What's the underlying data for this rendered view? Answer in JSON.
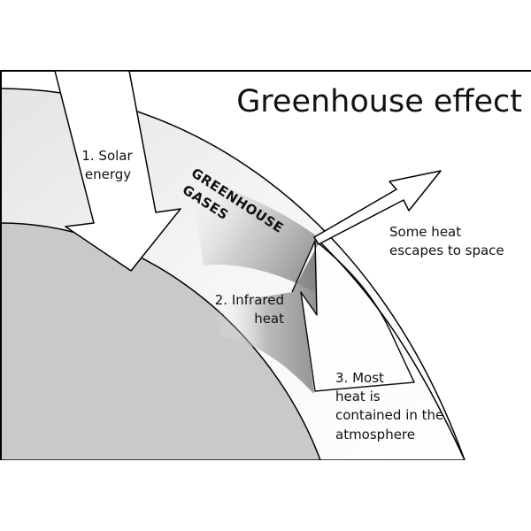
{
  "title": "Greenhouse effect",
  "layers": {
    "greenhouse_gases": [
      "GREENHOUSE",
      "GASES"
    ]
  },
  "steps": {
    "solar": [
      "1. Solar",
      "energy"
    ],
    "infrared": [
      "2. Infrared",
      "heat"
    ],
    "contained": [
      "3. Most",
      "heat is",
      "contained in the",
      "atmosphere"
    ],
    "escape": [
      "Some heat",
      "escapes to space"
    ]
  },
  "colors": {
    "earth": "#c9c9c9",
    "atmosphere": "#f2f2f2",
    "outline": "#000000",
    "arrow_fill": "#ffffff",
    "shading": "#9a9a9a"
  }
}
